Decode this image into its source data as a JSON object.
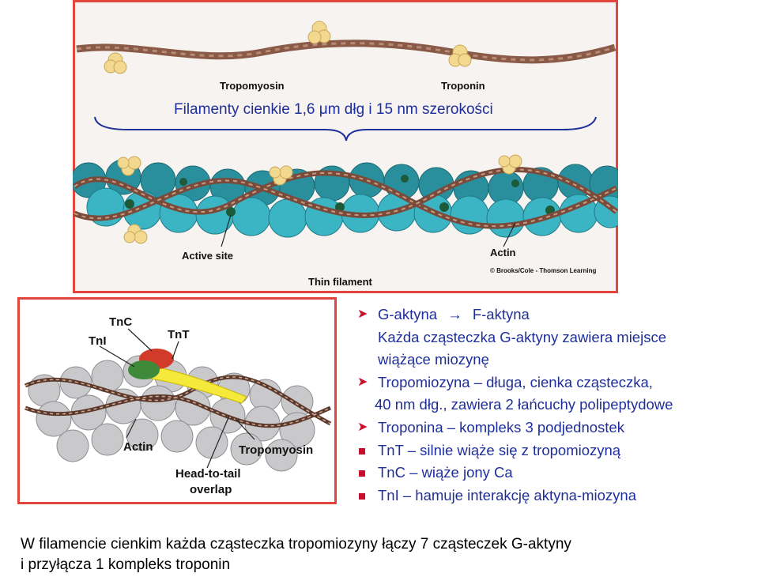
{
  "top_figure": {
    "label_tropomyosin": "Tropomyosin",
    "label_troponin": "Troponin",
    "title": "Filamenty cienkie 1,6 μm dłg i 15 nm szerokości",
    "label_active_site": "Active site",
    "label_actin": "Actin",
    "label_thin_filament": "Thin filament",
    "credit": "© Brooks/Cole - Thomson Learning"
  },
  "bottom_figure": {
    "label_tnc": "TnC",
    "label_tni": "TnI",
    "label_tnt": "TnT",
    "label_actin": "Actin",
    "label_tropomyosin": "Tropomyosin",
    "label_overlap_1": "Head-to-tail",
    "label_overlap_2": "overlap"
  },
  "list": {
    "item1_a": "G-aktyna",
    "item1_b": "F-aktyna",
    "item1_line2": "Każda cząsteczka G-aktyny zawiera miejsce",
    "item1_line3": "wiążące miozynę",
    "item2_line1": "Tropomiozyna – długa, cienka cząsteczka,",
    "item2_line2": "40 nm dłg., zawiera 2 łańcuchy polipeptydowe",
    "item3": "Troponina – kompleks 3 podjednostek",
    "sub1": "TnT – silnie wiąże się z tropomiozyną",
    "sub2": "TnC – wiąże jony Ca",
    "sub3": "TnI – hamuje interakcję aktyna-miozyna"
  },
  "bottom_text": {
    "line1": "W filamencie cienkim każda cząsteczka tropomiozyny łączy 7 cząsteczek G-aktyny",
    "line2": "i przyłącza 1 kompleks troponin"
  },
  "colors": {
    "frame_red": "#e2453c",
    "title_blue": "#1f2f9a",
    "bullet_red": "#c8102e",
    "actin_teal": "#3bb5c4",
    "tropomyosin_brown": "#7a4a3a",
    "troponin_cream": "#f3d98f"
  }
}
